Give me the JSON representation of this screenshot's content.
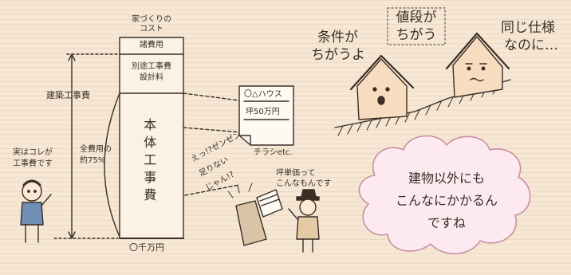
{
  "cost_column": {
    "title_line1": "家づくりの",
    "title_line2": "コスト",
    "misc": "諸費用",
    "extra_line1": "別途工事費",
    "extra_line2": "設計料",
    "main_body": "本体工事費",
    "bottom_label": "〇千万円"
  },
  "left_labels": {
    "construction_cost": "建築工事費",
    "share_line1": "全費用の",
    "share_line2": "約75%"
  },
  "speech_man": {
    "line1": "実はコレが",
    "line2": "工事費です"
  },
  "flyer": {
    "company": "〇△ハウス",
    "price": "坪50万円",
    "caption": "チラシetc."
  },
  "flyer_person": {
    "line1": "えっ!?ゼンゼン",
    "line2": "足りない",
    "line3": "じゃん!?"
  },
  "price_man": {
    "line1": "坪単価って",
    "line2": "こんなもんです"
  },
  "houses": {
    "left_bubble_line1": "条件が",
    "left_bubble_line2": "ちがうよ",
    "middle_line1": "値段が",
    "middle_line2": "ちがう",
    "right_line1": "同じ仕様",
    "right_line2": "なのに…"
  },
  "cloud": {
    "line1": "建物以外にも",
    "line2": "こんなにかかるん",
    "line3": "ですね",
    "fill_color": "#fdeaf0",
    "stroke_color": "#c98fa1"
  }
}
